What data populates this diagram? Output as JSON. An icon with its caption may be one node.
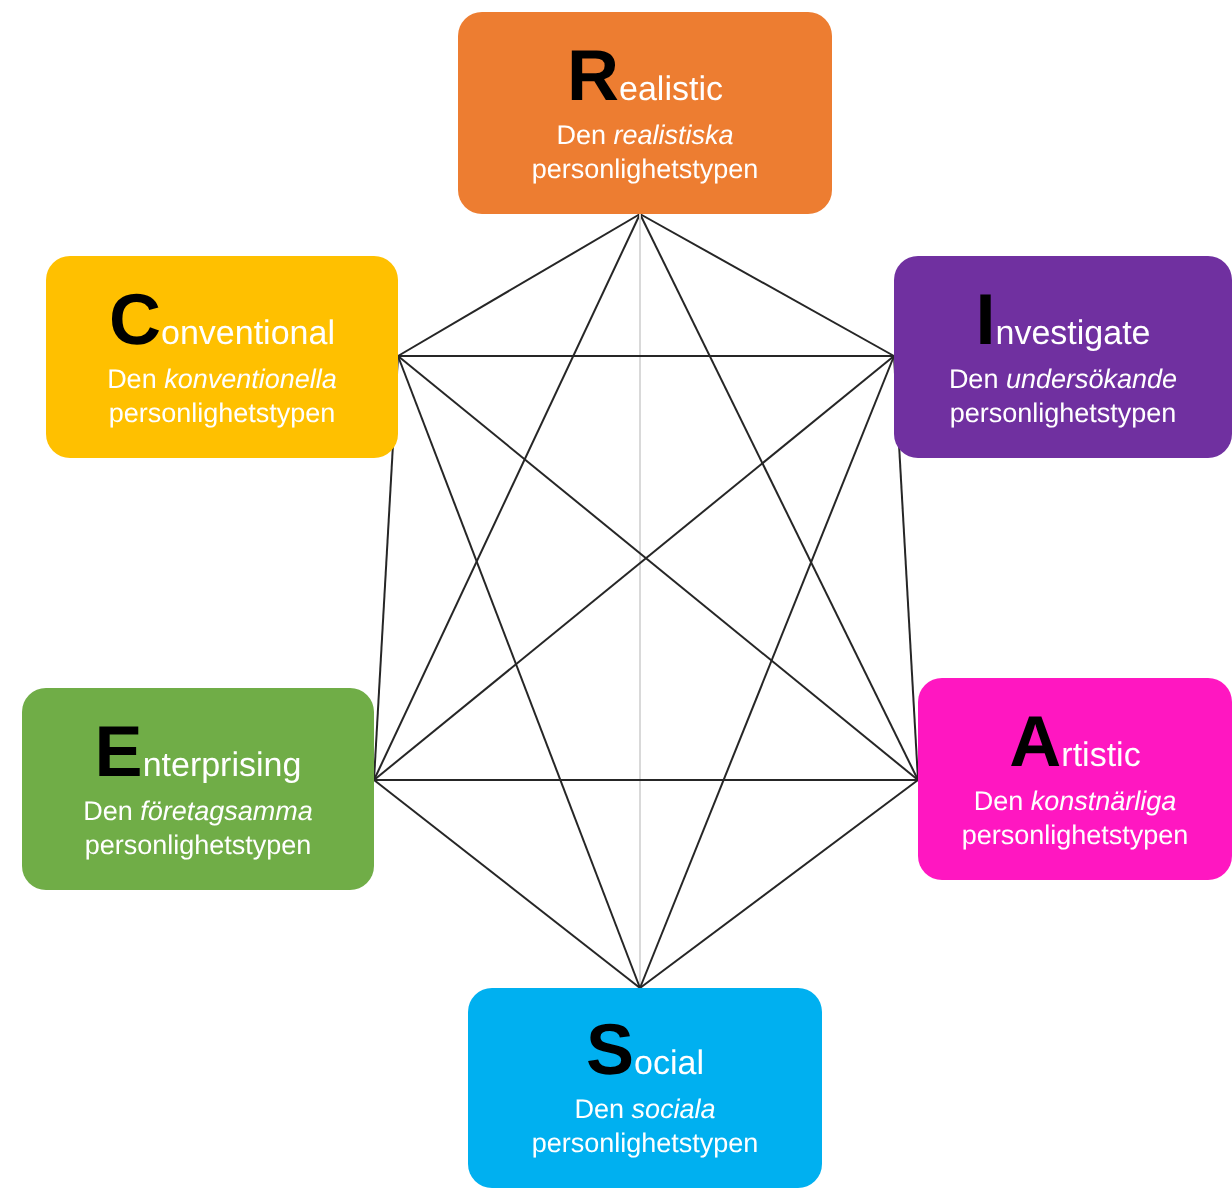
{
  "diagram": {
    "nodes": [
      {
        "text": [
          "**R**ealistic",
          "Den *realistiska* personlighetstypen"
        ]
      },
      {
        "text": [
          "**C**onventional",
          "Den *konventionella* personlighetstypen"
        ]
      },
      {
        "text": [
          "**I**nvestigate",
          "Den *undersökande* personlighetstypen"
        ]
      },
      {
        "text": [
          "**E**nterprising",
          "Den *företagsamma* personlighetstypen"
        ]
      },
      {
        "text": [
          "**A**rtistic",
          "Den *konstnärliga* personlighetstypen"
        ]
      },
      {
        "text": [
          "**S**ocial",
          "Den *sociala* personlighetstypen"
        ]
      }
    ],
    "edges": [
      {
        "from": 0,
        "to": 1,
        "arrow": "none"
      },
      {
        "from": 0,
        "to": 2,
        "arrow": "none"
      },
      {
        "from": 0,
        "to": 3,
        "arrow": "none"
      },
      {
        "from": 0,
        "to": 4,
        "arrow": "none"
      },
      {
        "from": 0,
        "to": 5,
        "arrow": "none",
        "color": "#d9d9d9"
      },
      {
        "from": 1,
        "to": 2,
        "arrow": "none"
      },
      {
        "from": 1,
        "to": 3,
        "arrow": "none"
      },
      {
        "from": 1,
        "to": 4,
        "arrow": "none"
      },
      {
        "from": 1,
        "to": 5,
        "arrow": "none"
      },
      {
        "from": 2,
        "to": 3,
        "arrow": "none"
      },
      {
        "from": 2,
        "to": 4,
        "arrow": "none"
      },
      {
        "from": 2,
        "to": 5,
        "arrow": "none"
      },
      {
        "from": 3,
        "to": 4,
        "arrow": "none"
      },
      {
        "from": 3,
        "to": 5,
        "arrow": "none"
      },
      {
        "from": 4,
        "to": 5,
        "arrow": "none"
      }
    ]
  }
}
